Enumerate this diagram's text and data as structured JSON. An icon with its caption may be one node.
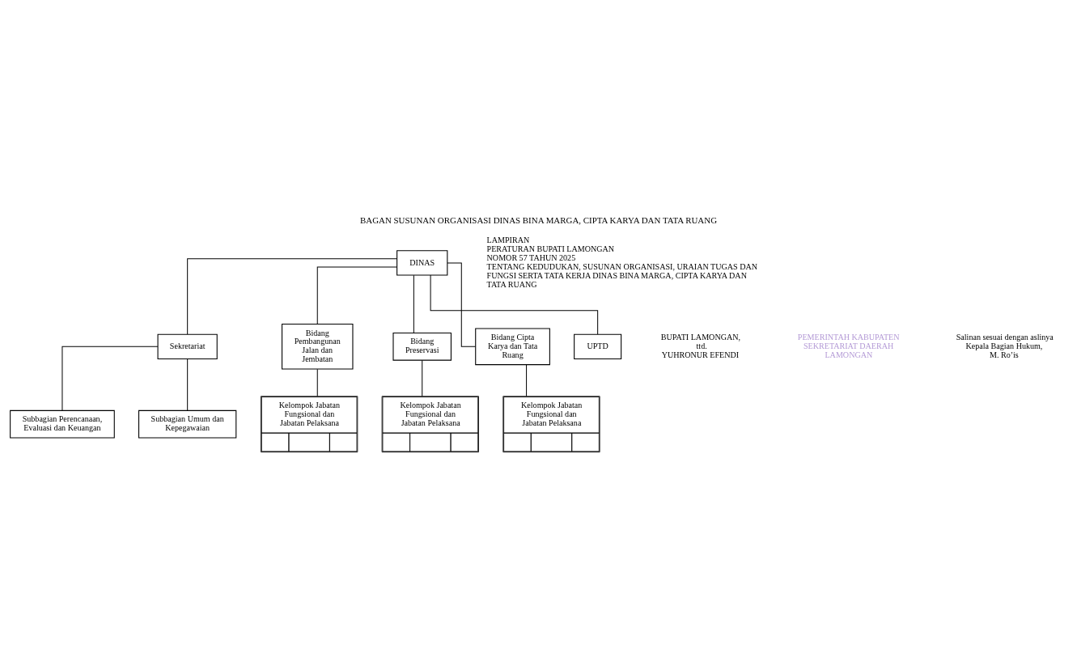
{
  "diagram": {
    "title": "BAGAN SUSUNAN ORGANISASI DINAS BINA MARGA, CIPTA KARYA DAN TATA RUANG",
    "nodes": [
      {
        "text": [
          "DINAS"
        ]
      },
      {
        "text": [
          "Sekretariat"
        ]
      },
      {
        "text": [
          "Subbagian Perencanaan, Evaluasi dan Keuangan"
        ]
      },
      {
        "text": [
          "Subbagian Umum dan Kepegawaian"
        ]
      },
      {
        "text": [
          "Bidang Pembangunan Jalan dan Jembatan"
        ]
      },
      {
        "text": [
          "Bidang Preservasi"
        ]
      },
      {
        "text": [
          "Bidang Cipta Karya dan Tata Ruang"
        ]
      },
      {
        "text": [
          "Kelompok Jabatan Fungsional dan Jabatan Pelaksana"
        ]
      },
      {
        "text": [
          "Kelompok Jabatan Fungsional dan Jabatan Pelaksana"
        ]
      },
      {
        "text": [
          "Kelompok Jabatan Fungsional dan Jabatan Pelaksana"
        ]
      },
      {
        "text": [
          "UPTD"
        ]
      }
    ],
    "edges": [
      {
        "from": 0,
        "to": 1,
        "arrow": "none"
      },
      {
        "from": 1,
        "to": 2,
        "arrow": "none"
      },
      {
        "from": 1,
        "to": 3,
        "arrow": "none"
      },
      {
        "from": 0,
        "to": 4,
        "arrow": "none"
      },
      {
        "from": 0,
        "to": 5,
        "arrow": "none"
      },
      {
        "from": 0,
        "to": 6,
        "arrow": "none"
      },
      {
        "from": 4,
        "to": 7,
        "arrow": "none"
      },
      {
        "from": 5,
        "to": 8,
        "arrow": "none"
      },
      {
        "from": 6,
        "to": 9,
        "arrow": "none"
      },
      {
        "from": 0,
        "to": 10,
        "arrow": "none"
      }
    ],
    "labels": [
      "LAMPIRAN",
      "PERATURAN BUPATI LAMONGAN",
      "NOMOR 57 TAHUN 2025",
      "TENTANG KEDUDUKAN, SUSUNAN ORGANISASI, URAIAN TUGAS DAN FUNGSI SERTA TATA KERJA DINAS BINA MARGA, CIPTA KARYA DAN TATA RUANG",
      "BUPATI LAMONGAN,",
      "ttd.",
      "YUHRONUR EFENDI",
      "PEMERINTAH KABUPATEN",
      "SEKRETARIAT DAERAH",
      "LAMONGAN",
      "Salinan sesuai dengan aslinya Kepala Bagian Hukum,",
      "M. Ro’is"
    ]
  }
}
